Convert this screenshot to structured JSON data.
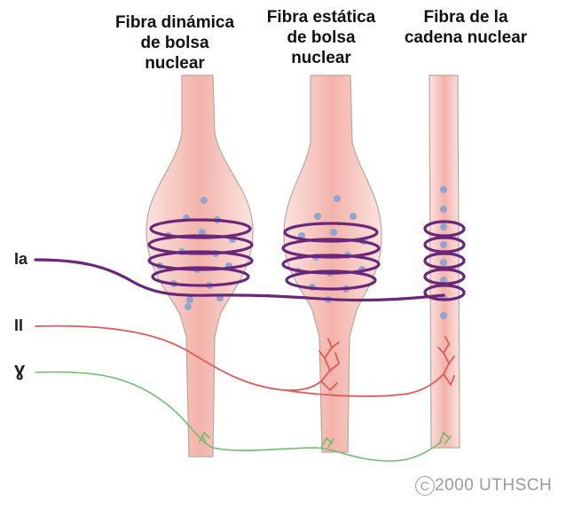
{
  "fibers": [
    {
      "title": "Fibra dinámica\nde bolsa\nnuclear"
    },
    {
      "title": "Fibra estática\nde bolsa\nnuclear"
    },
    {
      "title": "Fibra de la\ncadena nuclear"
    }
  ],
  "axons": {
    "ia": {
      "label": "Ia",
      "color": "#5e1f6e"
    },
    "ii": {
      "label": "II",
      "color": "#e05a5a"
    },
    "gamma": {
      "label": "ɣ",
      "color": "#6cbf6c"
    }
  },
  "colors": {
    "fiber_fill": "#f7cbc4",
    "fiber_center": "#f2aaa3",
    "fiber_outline": "#a89a90",
    "nuclei": "#8fa4cf",
    "coil": "#6a2679",
    "copyright": "#9a9a9a"
  },
  "copyright": "2000 UTHSCH"
}
